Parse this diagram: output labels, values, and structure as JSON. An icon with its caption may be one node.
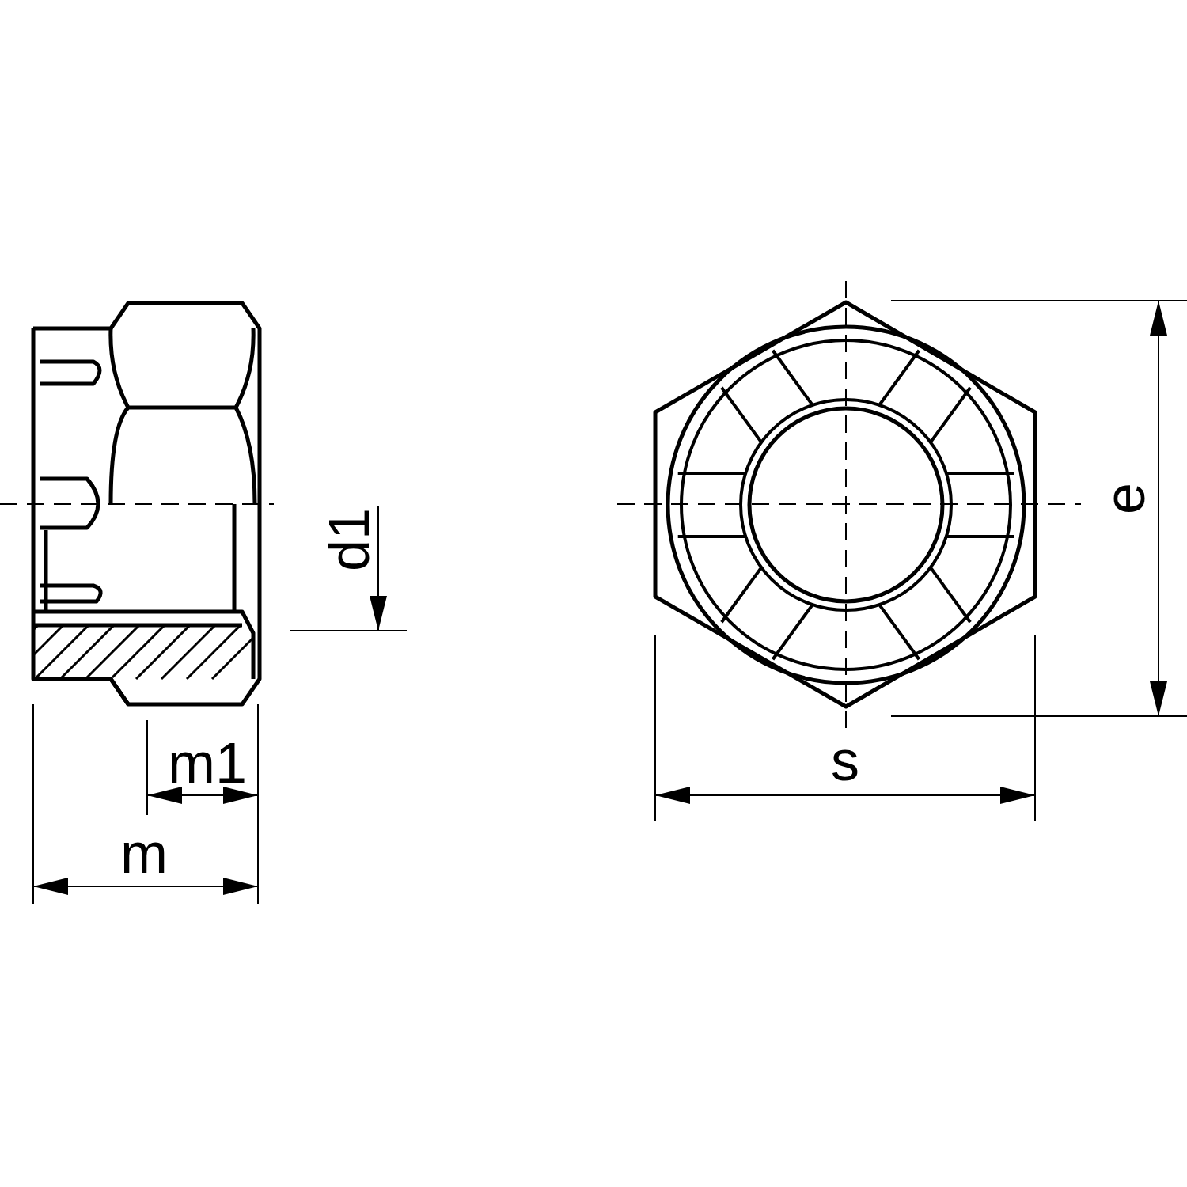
{
  "diagram": {
    "labels": [
      "d1",
      "e",
      "m1",
      "s",
      "m"
    ]
  }
}
